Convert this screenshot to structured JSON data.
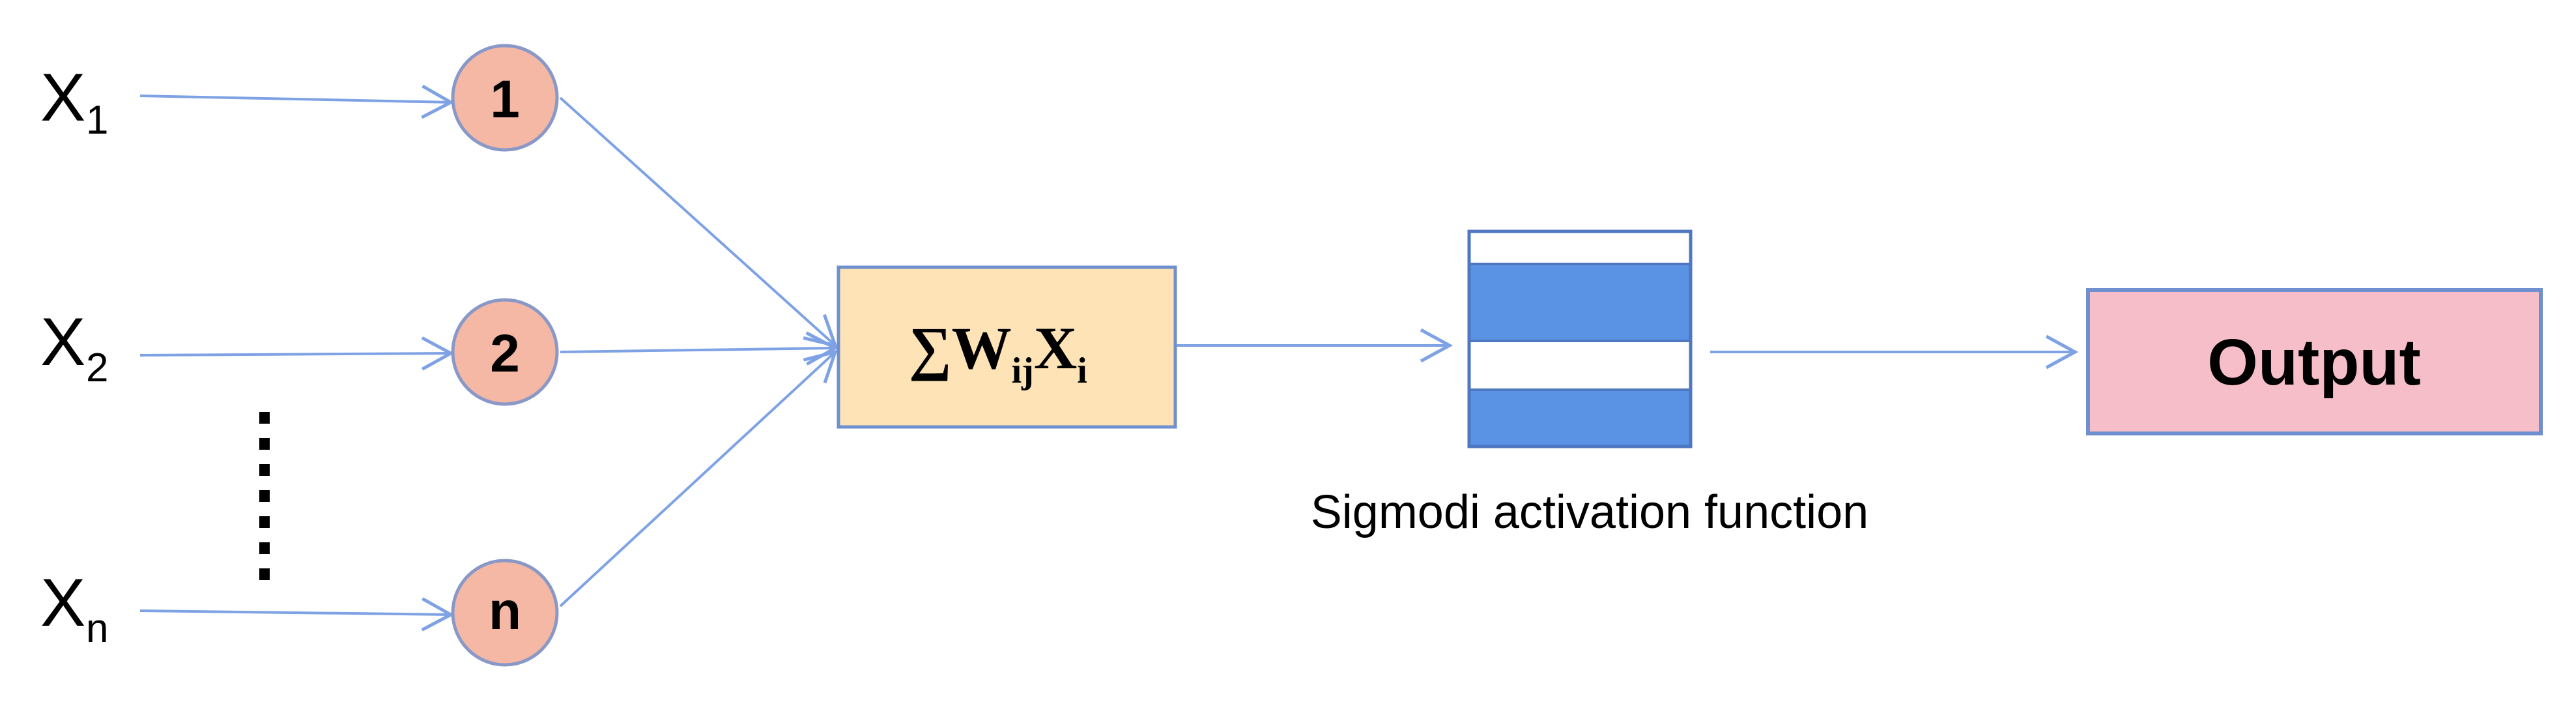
{
  "inputs": [
    {
      "base": "X",
      "sub": "1"
    },
    {
      "base": "X",
      "sub": "2"
    },
    {
      "base": "X",
      "sub": "n"
    }
  ],
  "nodes": [
    "1",
    "2",
    "n"
  ],
  "summation": {
    "symbol": "∑",
    "w": "W",
    "w_sub": "ij",
    "x": "X",
    "x_sub": "i"
  },
  "activation": {
    "caption": "Sigmodi activation function"
  },
  "output": {
    "label": "Output"
  },
  "colors": {
    "node_fill": "#f4b8a4",
    "edge": "#7ea2e4",
    "sum_fill": "#fde3b5",
    "sigmoid_blue": "#5b93e4",
    "output_fill": "#f6bec8"
  }
}
